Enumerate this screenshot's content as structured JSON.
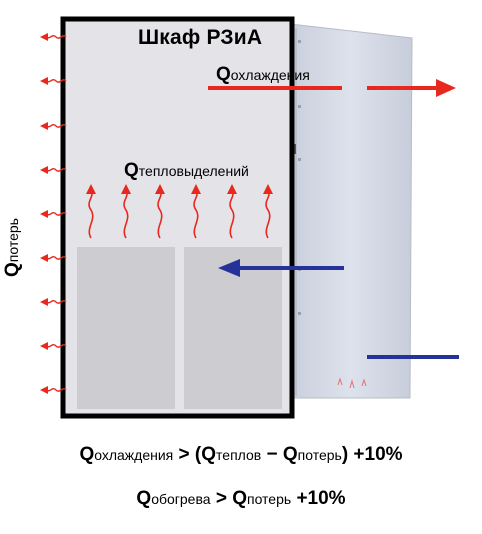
{
  "title": "Шкаф РЗиА",
  "labels": {
    "q_cooling": {
      "q": "Q",
      "sub": "охлаждения"
    },
    "q_heat": {
      "q": "Q",
      "sub": "тепловыделений"
    },
    "q_loss": {
      "q": "Q",
      "sub": "потерь"
    }
  },
  "formula1": {
    "q1": "Q",
    "s1": "охлаждения",
    "op1": " > (",
    "q2": "Q",
    "s2": "теплов",
    "op2": " − ",
    "q3": "Q",
    "s3": "потерь",
    "op3": ") +10%"
  },
  "formula2": {
    "q1": "Q",
    "s1": "обогрева",
    "op1": " > ",
    "q2": "Q",
    "s2": "потерь",
    "op2": " +10%"
  },
  "colors": {
    "hot": "#e8281e",
    "cold": "#24329a",
    "cabinet_fill": "#e4e4e8",
    "panel_fill": "#cdcdd1",
    "cooler_fill": "#d6dbe6",
    "outline": "#000000"
  }
}
